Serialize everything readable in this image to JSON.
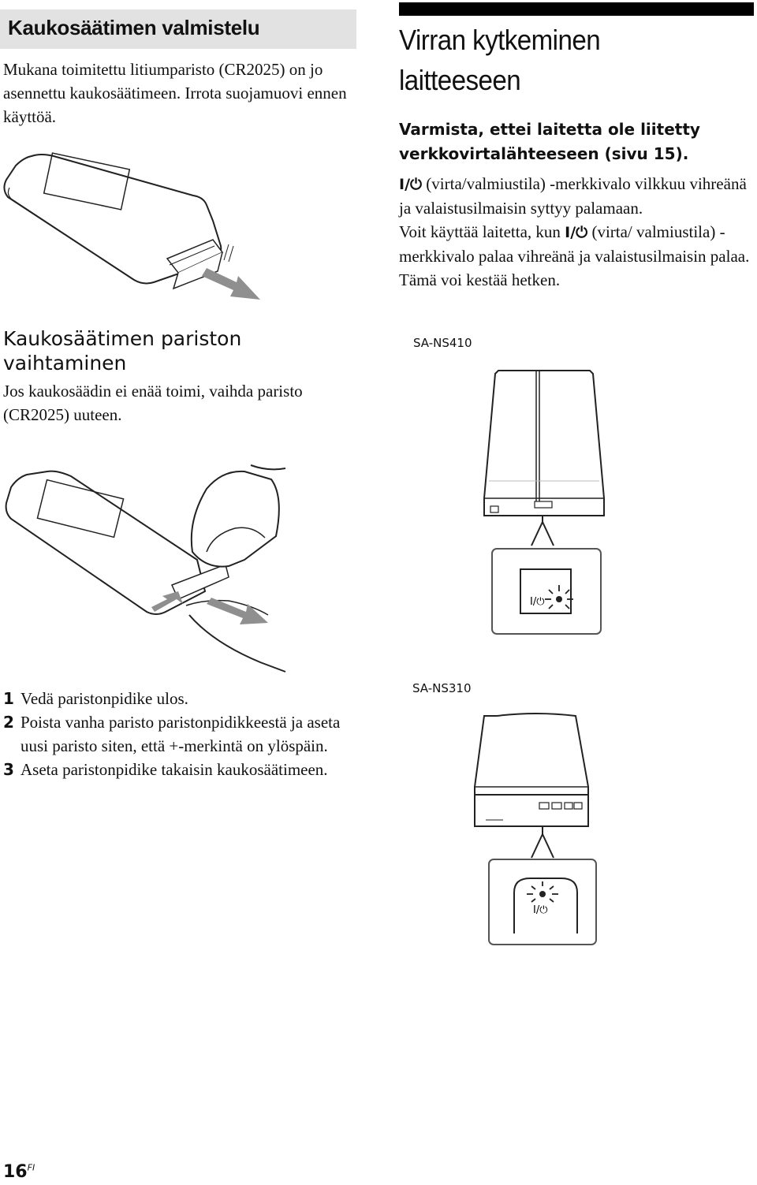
{
  "left": {
    "section1": {
      "title": "Kaukosäätimen valmistelu",
      "text": "Mukana toimitettu litiumparisto (CR2025) on jo asennettu kaukosäätimeen. Irrota suojamuovi ennen käyttöä."
    },
    "section2": {
      "title": "Kaukosäätimen pariston vaihtaminen",
      "text": "Jos kaukosäädin ei enää toimi, vaihda paristo (CR2025) uuteen."
    },
    "steps": [
      {
        "num": "1",
        "text": "Vedä paristonpidike ulos."
      },
      {
        "num": "2",
        "text": "Poista vanha paristo paristonpidikkeestä ja aseta uusi paristo siten, että +-merkintä on ylöspäin."
      },
      {
        "num": "3",
        "text": "Aseta paristonpidike takaisin kaukosäätimeen."
      }
    ]
  },
  "right": {
    "title": "Virran kytkeminen laitteeseen",
    "subhead": "Varmista, ettei laitetta ole liitetty verkkovirtalähteeseen (sivu 15).",
    "para1": {
      "symbol": "I/⏻",
      "text": " (virta/valmiustila) -merkkivalo vilkkuu vihreänä ja valaistusilmaisin syttyy palamaan."
    },
    "para2": {
      "before": "Voit käyttää laitetta, kun ",
      "symbol": "I/⏻",
      "after": " (virta/ valmiustila) -merkkivalo palaa vihreänä ja valaistusilmaisin palaa. Tämä voi kestää hetken."
    },
    "models": {
      "ns410": "SA-NS410",
      "ns310": "SA-NS310"
    },
    "button_label": "I/⏻"
  },
  "footer": {
    "page": "16",
    "lang": "FI"
  },
  "icons": {
    "power": "power-standby-icon",
    "arrow": "pull-arrow-icon"
  },
  "colors": {
    "heading_bar": "#e2e2e2",
    "rule": "#000000",
    "arrow": "#8f8f8f"
  }
}
